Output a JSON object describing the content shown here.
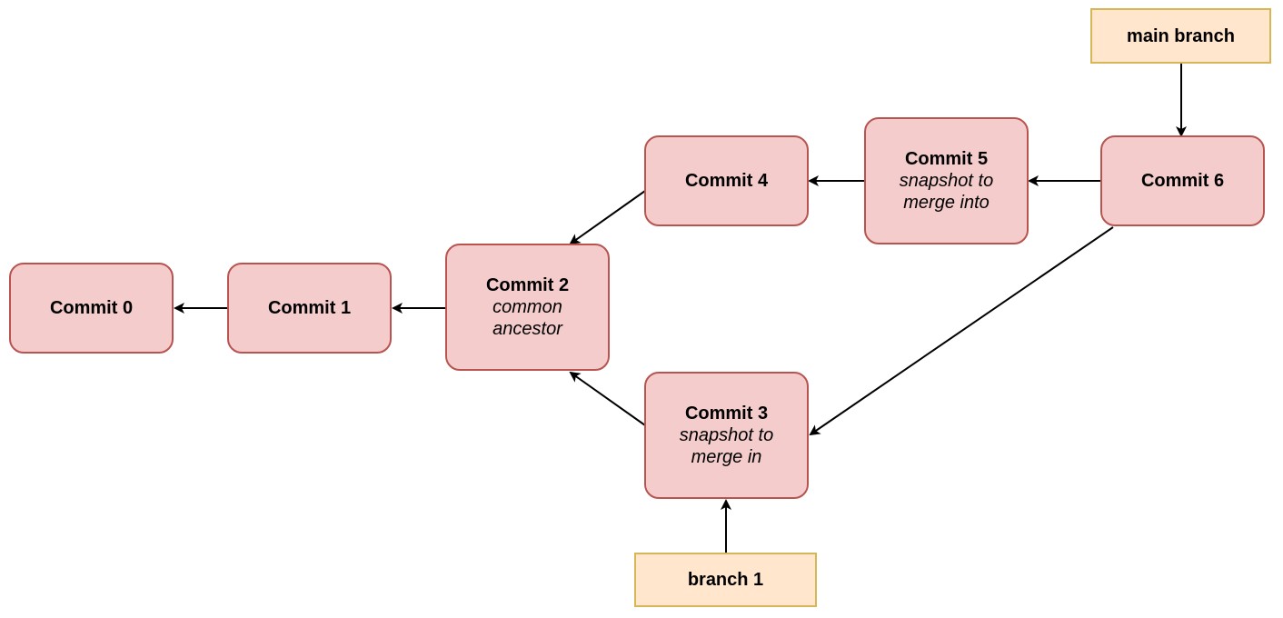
{
  "colors": {
    "commit_fill": "#f4cccc",
    "commit_border": "#b85450",
    "label_fill": "#ffe6cc",
    "label_border": "#d6b656",
    "edge": "#000000"
  },
  "nodes": {
    "commit0": {
      "title": "Commit 0"
    },
    "commit1": {
      "title": "Commit 1"
    },
    "commit2": {
      "title": "Commit 2",
      "subtitle": [
        "common",
        "ancestor"
      ]
    },
    "commit3": {
      "title": "Commit 3",
      "subtitle": [
        "snapshot to",
        "merge in"
      ]
    },
    "commit4": {
      "title": "Commit 4"
    },
    "commit5": {
      "title": "Commit 5",
      "subtitle": [
        "snapshot to",
        "merge into"
      ]
    },
    "commit6": {
      "title": "Commit 6"
    },
    "main_branch": {
      "title": "main branch"
    },
    "branch1": {
      "title": "branch 1"
    }
  },
  "edges": [
    {
      "from": "Commit 1",
      "to": "Commit 0"
    },
    {
      "from": "Commit 2",
      "to": "Commit 1"
    },
    {
      "from": "Commit 4",
      "to": "Commit 2"
    },
    {
      "from": "Commit 3",
      "to": "Commit 2"
    },
    {
      "from": "Commit 5",
      "to": "Commit 4"
    },
    {
      "from": "Commit 6",
      "to": "Commit 5"
    },
    {
      "from": "Commit 6",
      "to": "Commit 3"
    },
    {
      "from": "main branch",
      "to": "Commit 6"
    },
    {
      "from": "branch 1",
      "to": "Commit 3"
    }
  ]
}
